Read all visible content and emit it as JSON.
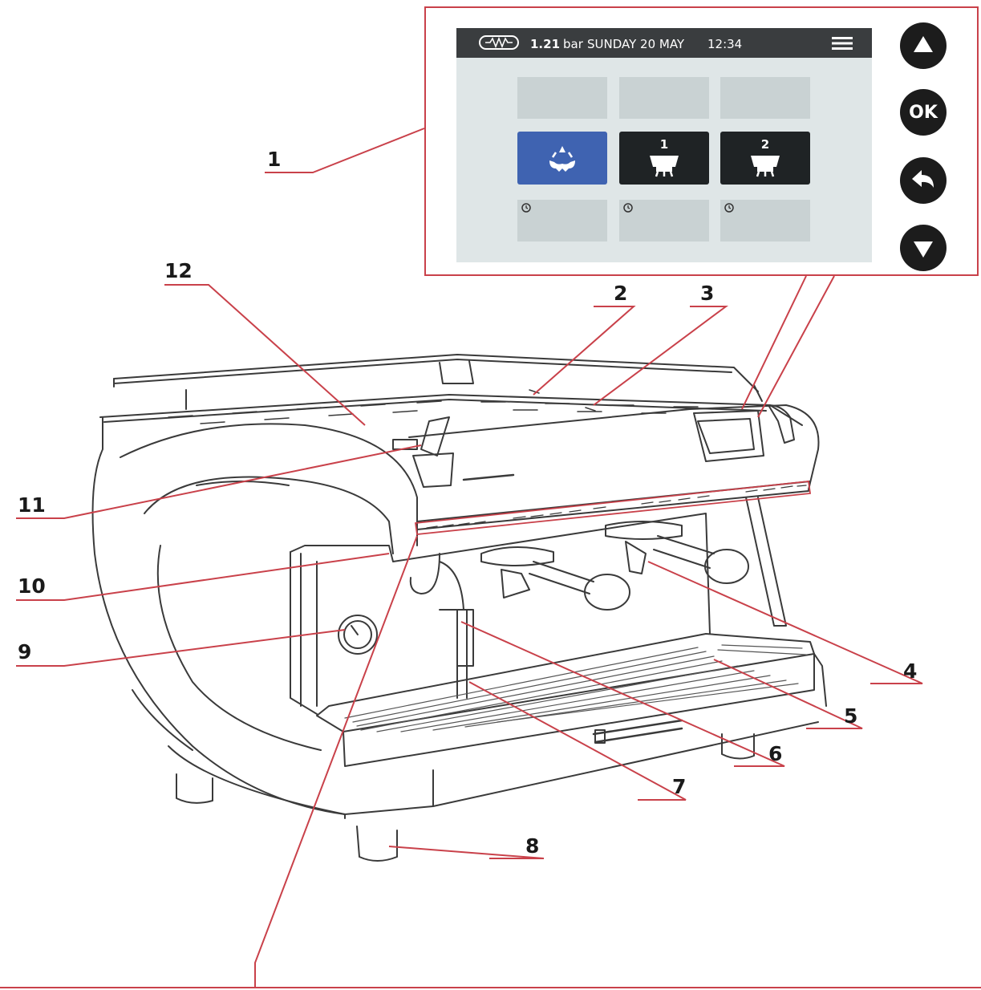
{
  "callouts": [
    "1",
    "2",
    "3",
    "4",
    "5",
    "6",
    "7",
    "8",
    "9",
    "10",
    "11",
    "12"
  ],
  "display": {
    "pressure": "1.21",
    "pressure_unit": "bar",
    "date": "SUNDAY 20 MAY",
    "time": "12:34",
    "tiles": [
      {
        "type": "steam",
        "label": ""
      },
      {
        "type": "group",
        "label": "1"
      },
      {
        "type": "group",
        "label": "2"
      }
    ]
  },
  "buttons": {
    "up": "",
    "ok": "OK",
    "back": "",
    "down": ""
  },
  "colors": {
    "leader_line": "#c9414a",
    "steam_tile": "#3f63b1",
    "dark_tile": "#1f2325",
    "screen_bg": "#dfe6e7",
    "status_bar": "#3a3d3f"
  }
}
